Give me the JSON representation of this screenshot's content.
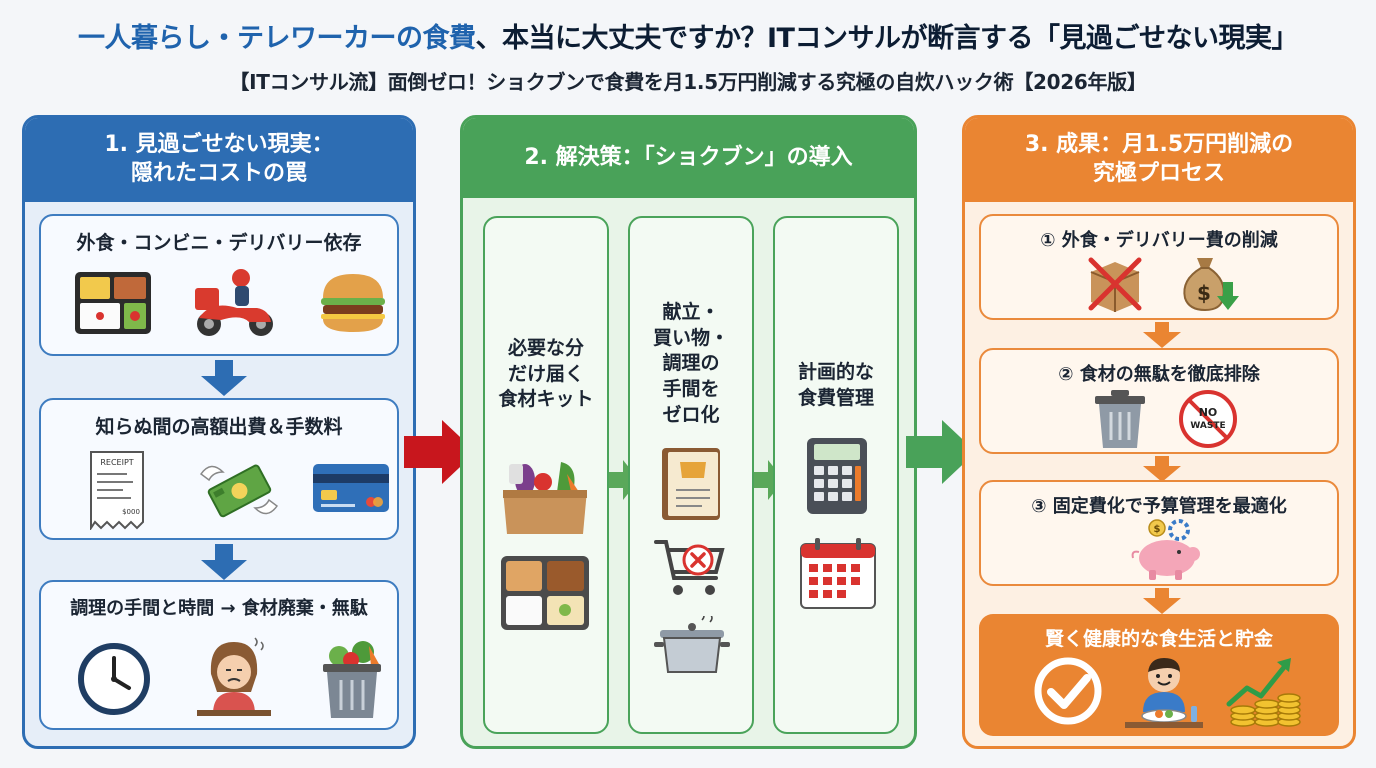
{
  "header": {
    "title_highlight": "一人暮らし・テレワーカーの食費",
    "title_rest": "、本当に大丈夫ですか？ITコンサルが断言する「見過ごせない現実」",
    "subtitle": "【ITコンサル流】面倒ゼロ！ショクブンで食費を月1.5万円削減する究極の自炊ハック術【2026年版】"
  },
  "panel1": {
    "title_line1": "1. 見過ごせない現実：",
    "title_line2": "隠れたコストの罠",
    "cards": [
      {
        "title": "外食・コンビニ・デリバリー依存",
        "icons": [
          "bento-box-icon",
          "delivery-scooter-icon",
          "hamburger-icon"
        ]
      },
      {
        "title": "知らぬ間の高額出費＆手数料",
        "icons": [
          "receipt-icon",
          "flying-money-icon",
          "credit-card-icon"
        ],
        "receipt_header": "RECEIPT",
        "receipt_total": "$000"
      },
      {
        "title": "調理の手間と時間 → 食材廃棄・無駄",
        "icons": [
          "clock-icon",
          "tired-person-icon",
          "vegetable-trash-icon"
        ]
      }
    ]
  },
  "panel2": {
    "title": "2. 解決策：「ショクブン」の導入",
    "columns": [
      {
        "lines": [
          "必要な分",
          "だけ届く",
          "食材キット"
        ],
        "icons": [
          "vegetable-box-icon",
          "meal-tray-icon"
        ]
      },
      {
        "lines": [
          "献立・",
          "買い物・",
          "調理の",
          "手間を",
          "ゼロ化"
        ],
        "icons": [
          "recipe-book-icon",
          "cart-cancel-icon",
          "cooking-pot-icon"
        ]
      },
      {
        "lines": [
          "計画的な",
          "食費管理"
        ],
        "icons": [
          "calculator-icon",
          "calendar-icon"
        ]
      }
    ]
  },
  "panel3": {
    "title_line1": "3. 成果：月1.5万円削減の",
    "title_line2": "究極プロセス",
    "steps": [
      {
        "title": "① 外食・デリバリー費の削減",
        "icons": [
          "crossed-box-icon",
          "money-bag-down-icon"
        ]
      },
      {
        "title": "② 食材の無駄を徹底排除",
        "icons": [
          "trash-can-icon",
          "no-waste-icon"
        ],
        "badge_line1": "NO",
        "badge_line2": "WASTE"
      },
      {
        "title": "③ 固定費化で予算管理を最適化",
        "icons": [
          "piggy-bank-icon"
        ]
      }
    ],
    "final": {
      "title": "賢く健康的な食生活と貯金",
      "icons": [
        "checkmark-icon",
        "happy-eater-icon",
        "rising-coins-icon"
      ]
    }
  },
  "colors": {
    "blue": "#2d6db3",
    "green": "#49a259",
    "orange": "#ea8532",
    "red_arrow": "#c8161d"
  }
}
